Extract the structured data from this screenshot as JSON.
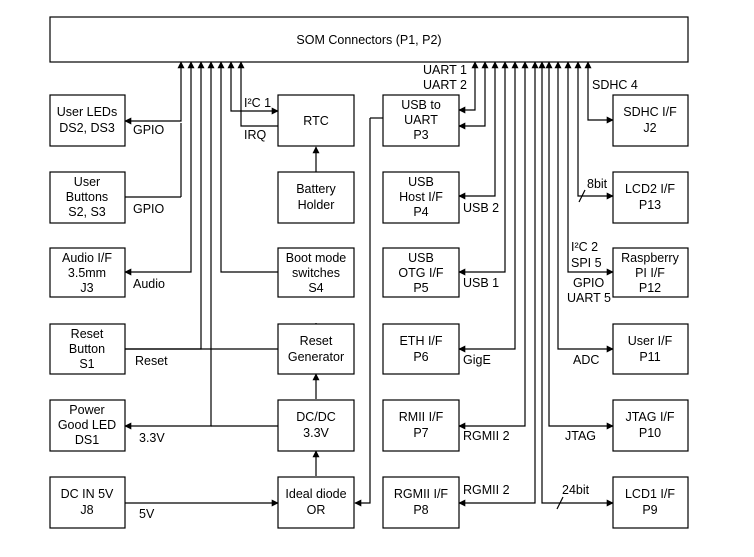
{
  "blocks": {
    "som": "SOM Connectors (P1, P2)",
    "user_leds": [
      "User LEDs",
      "DS2, DS3"
    ],
    "user_buttons": [
      "User",
      "Buttons",
      "S2, S3"
    ],
    "audio": [
      "Audio I/F",
      "3.5mm",
      "J3"
    ],
    "reset_button": [
      "Reset",
      "Button",
      "S1"
    ],
    "power_led": [
      "Power",
      "Good LED",
      "DS1"
    ],
    "dc_in": [
      "DC IN 5V",
      "J8"
    ],
    "rtc": "RTC",
    "battery": [
      "Battery",
      "Holder"
    ],
    "boot_mode": [
      "Boot mode",
      "switches",
      "S4"
    ],
    "reset_gen": [
      "Reset",
      "Generator"
    ],
    "dcdc": [
      "DC/DC",
      "3.3V"
    ],
    "ideal_diode": [
      "Ideal diode",
      "OR"
    ],
    "usb_uart": [
      "USB to",
      "UART",
      "P3"
    ],
    "usb_host": [
      "USB",
      "Host I/F",
      "P4"
    ],
    "usb_otg": [
      "USB",
      "OTG I/F",
      "P5"
    ],
    "eth": [
      "ETH I/F",
      "P6"
    ],
    "rmii": [
      "RMII I/F",
      "P7"
    ],
    "rgmii": [
      "RGMII I/F",
      "P8"
    ],
    "sdhc": [
      "SDHC I/F",
      "J2"
    ],
    "lcd2": [
      "LCD2 I/F",
      "P13"
    ],
    "rpi": [
      "Raspberry",
      "PI I/F",
      "P12"
    ],
    "user_if": [
      "User I/F",
      "P11"
    ],
    "jtag": [
      "JTAG I/F",
      "P10"
    ],
    "lcd1": [
      "LCD1 I/F",
      "P9"
    ]
  },
  "labels": {
    "gpio_leds": "GPIO",
    "gpio_buttons": "GPIO",
    "audio": "Audio",
    "reset": "Reset",
    "v33": "3.3V",
    "v5": "5V",
    "i2c1": "I²C 1",
    "irq": "IRQ",
    "uart1": "UART 1",
    "uart2": "UART 2",
    "usb2": "USB 2",
    "usb1": "USB 1",
    "gige": "GigE",
    "rgmii2_a": "RGMII 2",
    "rgmii2_b": "RGMII 2",
    "sdhc4": "SDHC 4",
    "bit8": "8bit",
    "i2c2": "I²C 2",
    "spi5": "SPI 5",
    "gpio_rpi": "GPIO",
    "uart5": "UART 5",
    "adc": "ADC",
    "jtag": "JTAG",
    "bit24": "24bit"
  }
}
